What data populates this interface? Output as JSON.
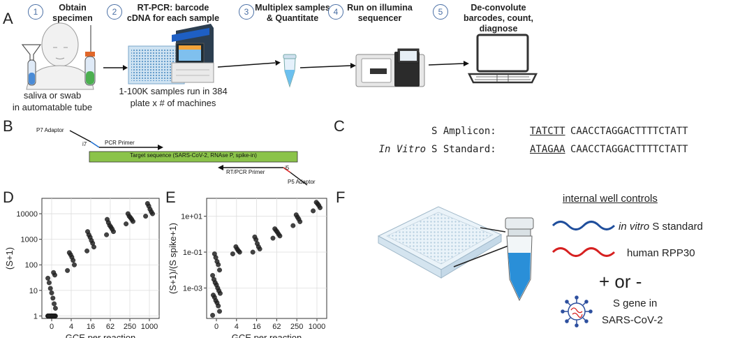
{
  "panels": {
    "a": "A",
    "b": "B",
    "c": "C",
    "d": "D",
    "e": "E",
    "f": "F"
  },
  "workflow": {
    "steps": [
      {
        "num": "1",
        "label": "Obtain specimen"
      },
      {
        "num": "2",
        "label": "RT-PCR: barcode cDNA for each sample"
      },
      {
        "num": "3",
        "label": "Multiplex samples & Quantitate"
      },
      {
        "num": "4",
        "label": "Run on illumina sequencer"
      },
      {
        "num": "5",
        "label": "De-convolute barcodes, count,  diagnose"
      }
    ],
    "specimen_caption_1": "saliva or  swab",
    "specimen_caption_2": "in automatable tube",
    "plate_caption_1": "1-100K samples run in 384",
    "plate_caption_2": "plate x # of machines"
  },
  "primer_diagram": {
    "p7_adaptor": "P7 Adaptor",
    "i7": "i7",
    "pcr_primer": "PCR Primer",
    "target": "Target sequence (SARS-CoV-2, RNAse P, spike-in)",
    "rt_pcr_primer": "RT/PCR Primer",
    "i5": "i5",
    "p5_adaptor": "P5 Adaptor",
    "target_color": "#8bc34a"
  },
  "sequences": {
    "row1_prefix": "",
    "row1_label": "S Amplicon:",
    "row1_barcode": "TATCTT",
    "row1_rest": "CAACCTAGGACTTTTCTATT",
    "row2_prefix": "In Vitro",
    "row2_label": "S Standard:",
    "row2_barcode": "ATAGAA",
    "row2_rest": "CAACCTAGGACTTTTCTATT"
  },
  "controls": {
    "title": "internal well controls",
    "item1_em": "in vitro",
    "item1_rest": " S standard",
    "item2": "human RPP30",
    "plus_minus": "+ or -",
    "item3_line1": "S gene in",
    "item3_line2": "SARS-CoV-2",
    "wave1_color": "#1f4e9c",
    "wave2_color": "#d62020"
  },
  "chart_data": [
    {
      "type": "scatter",
      "panel": "D",
      "xlabel": "GCE per reaction",
      "ylabel": "(S+1)",
      "x_ticks": [
        "0",
        "4",
        "16",
        "62",
        "250",
        "1000"
      ],
      "y_ticks": [
        "1",
        "10",
        "100",
        "1000",
        "10000"
      ],
      "y_scale": "log",
      "grid": true,
      "groups": [
        {
          "x": "0",
          "y": [
            1,
            1,
            1,
            1,
            1,
            1,
            1,
            1,
            1,
            1,
            1,
            1,
            1,
            1,
            1,
            1,
            1,
            1,
            1,
            1,
            2,
            3,
            5,
            8,
            12,
            20,
            30,
            40,
            50
          ]
        },
        {
          "x": "4",
          "y": [
            60,
            100,
            150,
            200,
            250,
            300
          ]
        },
        {
          "x": "16",
          "y": [
            350,
            500,
            700,
            900,
            1200,
            1500,
            2000
          ]
        },
        {
          "x": "62",
          "y": [
            1500,
            2000,
            2500,
            3000,
            3500,
            4500,
            6000
          ]
        },
        {
          "x": "250",
          "y": [
            4000,
            5000,
            6000,
            7000,
            8000,
            10000
          ]
        },
        {
          "x": "1000",
          "y": [
            8000,
            10000,
            12000,
            15000,
            20000,
            25000
          ]
        }
      ]
    },
    {
      "type": "scatter",
      "panel": "E",
      "xlabel": "GCE per reaction",
      "ylabel": "(S+1)/(S spike+1)",
      "x_ticks": [
        "0",
        "4",
        "16",
        "62",
        "250",
        "1000"
      ],
      "y_ticks": [
        "1e-03",
        "1e-01",
        "1e+01"
      ],
      "y_scale": "log",
      "grid": true,
      "groups": [
        {
          "x": "0",
          "y": [
            3e-05,
            5e-05,
            0.0001,
            0.00015,
            0.0002,
            0.0003,
            0.0004,
            0.0005,
            0.0007,
            0.001,
            0.0015,
            0.002,
            0.003,
            0.005,
            0.01,
            0.02,
            0.03,
            0.05,
            0.08
          ]
        },
        {
          "x": "4",
          "y": [
            0.08,
            0.1,
            0.12,
            0.15,
            0.2
          ]
        },
        {
          "x": "16",
          "y": [
            0.1,
            0.15,
            0.2,
            0.3,
            0.5,
            0.7
          ]
        },
        {
          "x": "62",
          "y": [
            0.6,
            0.8,
            1,
            1.3,
            1.6,
            2
          ]
        },
        {
          "x": "250",
          "y": [
            3,
            5,
            7,
            9,
            12
          ]
        },
        {
          "x": "1000",
          "y": [
            20,
            30,
            40,
            50,
            60
          ]
        }
      ]
    }
  ]
}
